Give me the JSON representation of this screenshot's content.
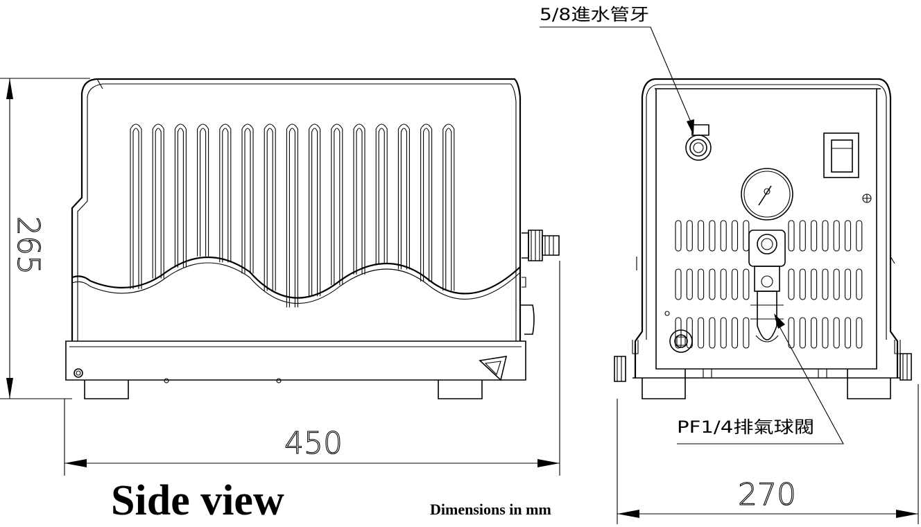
{
  "labels": {
    "inlet": "5/8進水管牙",
    "vent_valve": "PF1/4排氣球閥"
  },
  "dimensions": {
    "height": "265",
    "length": "450",
    "width": "270"
  },
  "captions": {
    "view_title": "Side view",
    "units_note": "Dimensions in mm"
  }
}
